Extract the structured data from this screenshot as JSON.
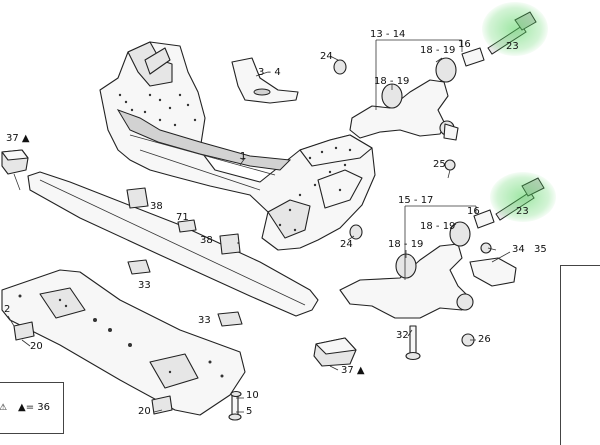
{
  "callouts": {
    "c1": "1",
    "c2": "2",
    "c5": "5",
    "c10": "10",
    "c16a": "16",
    "c16b": "16",
    "c20a": "20",
    "c20b": "20",
    "c23a": "23",
    "c23b": "23",
    "c24a": "24",
    "c24b": "24",
    "c25": "25",
    "c26": "26",
    "c32": "32",
    "c33a": "33",
    "c33b": "33",
    "c34": "34",
    "c35": "35",
    "c36": "▲= 36",
    "c37a": "37 ▲",
    "c37b": "37 ▲",
    "c38a": "38",
    "c38b": "38",
    "c71": "71",
    "c34range": "3 - 4",
    "c1314": "13 - 14",
    "c1517": "15 - 17",
    "c1819a": "18 - 19",
    "c1819b": "18 - 19",
    "c1819c": "18 - 19",
    "c1819d": "18 - 19"
  },
  "colors": {
    "highlight": "#5cd266",
    "outline": "#222222",
    "part_fill": "#f7f7f7"
  },
  "icons": {
    "legend": "warning-triangle-icon",
    "highlight": "green-bolt-highlight"
  }
}
